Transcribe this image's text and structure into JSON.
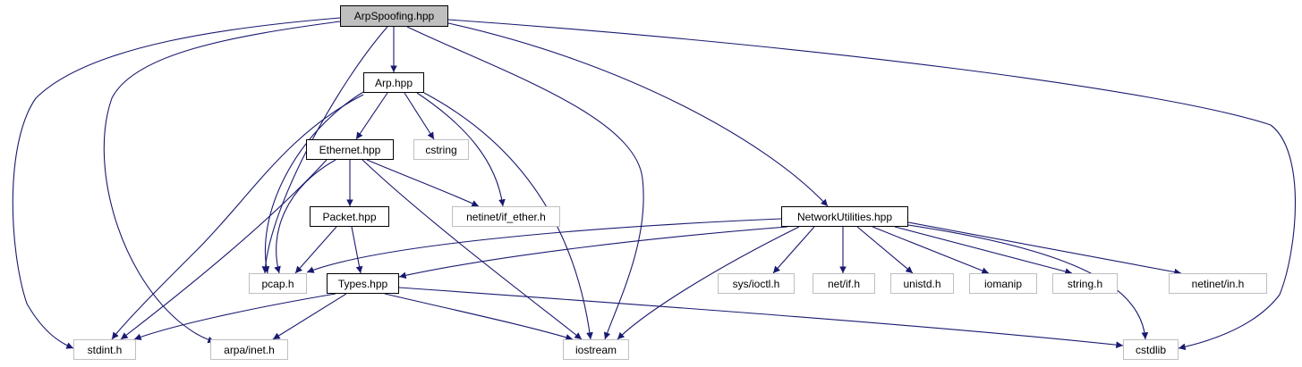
{
  "diagram": {
    "colors": {
      "edge": "#191970",
      "root_fill": "#bfbfbf",
      "ext_border": "#bfbfbf",
      "doc_border": "#000000"
    },
    "nodes": {
      "arpspoofing": {
        "label": "ArpSpoofing.hpp",
        "kind": "root"
      },
      "arp": {
        "label": "Arp.hpp",
        "kind": "documented"
      },
      "ethernet": {
        "label": "Ethernet.hpp",
        "kind": "documented"
      },
      "packet": {
        "label": "Packet.hpp",
        "kind": "documented"
      },
      "types": {
        "label": "Types.hpp",
        "kind": "documented"
      },
      "networkutilities": {
        "label": "NetworkUtilities.hpp",
        "kind": "documented"
      },
      "cstring": {
        "label": "cstring",
        "kind": "external"
      },
      "if_ether": {
        "label": "netinet/if_ether.h",
        "kind": "external"
      },
      "pcap": {
        "label": "pcap.h",
        "kind": "external"
      },
      "stdint": {
        "label": "stdint.h",
        "kind": "external"
      },
      "arpa_inet": {
        "label": "arpa/inet.h",
        "kind": "external"
      },
      "iostream": {
        "label": "iostream",
        "kind": "external"
      },
      "cstdlib": {
        "label": "cstdlib",
        "kind": "external"
      },
      "sys_ioctl": {
        "label": "sys/ioctl.h",
        "kind": "external"
      },
      "net_if": {
        "label": "net/if.h",
        "kind": "external"
      },
      "unistd": {
        "label": "unistd.h",
        "kind": "external"
      },
      "iomanip": {
        "label": "iomanip",
        "kind": "external"
      },
      "string_h": {
        "label": "string.h",
        "kind": "external"
      },
      "netinet_in": {
        "label": "netinet/in.h",
        "kind": "external"
      }
    },
    "edges": [
      [
        "arpspoofing",
        "arp"
      ],
      [
        "arpspoofing",
        "pcap"
      ],
      [
        "arpspoofing",
        "stdint"
      ],
      [
        "arpspoofing",
        "arpa_inet"
      ],
      [
        "arpspoofing",
        "iostream"
      ],
      [
        "arpspoofing",
        "networkutilities"
      ],
      [
        "arpspoofing",
        "cstdlib"
      ],
      [
        "arp",
        "ethernet"
      ],
      [
        "arp",
        "cstring"
      ],
      [
        "arp",
        "if_ether"
      ],
      [
        "arp",
        "pcap"
      ],
      [
        "arp",
        "stdint"
      ],
      [
        "arp",
        "iostream"
      ],
      [
        "ethernet",
        "packet"
      ],
      [
        "ethernet",
        "if_ether"
      ],
      [
        "ethernet",
        "pcap"
      ],
      [
        "ethernet",
        "stdint"
      ],
      [
        "ethernet",
        "iostream"
      ],
      [
        "packet",
        "pcap"
      ],
      [
        "packet",
        "types"
      ],
      [
        "types",
        "stdint"
      ],
      [
        "types",
        "arpa_inet"
      ],
      [
        "types",
        "iostream"
      ],
      [
        "types",
        "cstdlib"
      ],
      [
        "networkutilities",
        "pcap"
      ],
      [
        "networkutilities",
        "types"
      ],
      [
        "networkutilities",
        "sys_ioctl"
      ],
      [
        "networkutilities",
        "net_if"
      ],
      [
        "networkutilities",
        "unistd"
      ],
      [
        "networkutilities",
        "iomanip"
      ],
      [
        "networkutilities",
        "string_h"
      ],
      [
        "networkutilities",
        "netinet_in"
      ],
      [
        "networkutilities",
        "iostream"
      ],
      [
        "networkutilities",
        "cstdlib"
      ]
    ]
  }
}
